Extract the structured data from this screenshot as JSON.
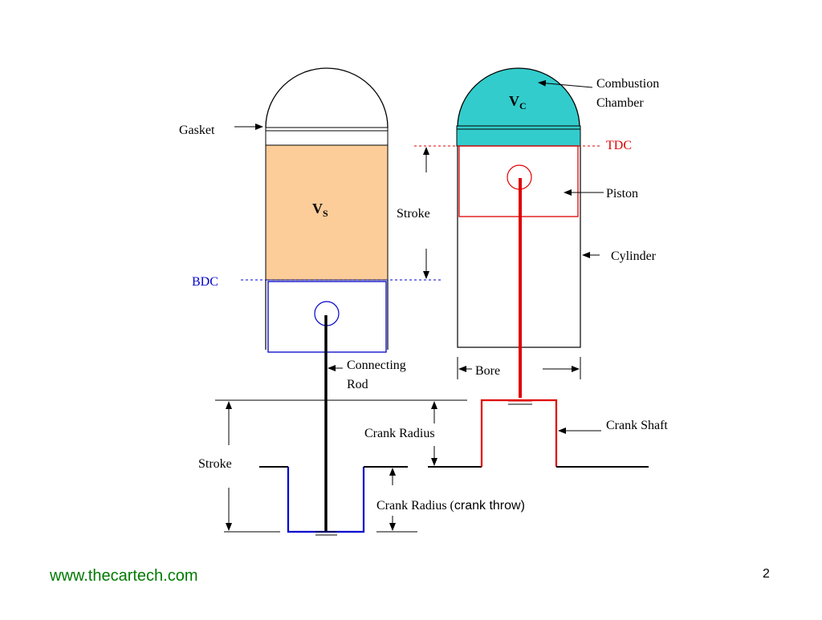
{
  "labels": {
    "gasket": "Gasket",
    "vs_main": "V",
    "vs_sub": "S",
    "vc_main": "V",
    "vc_sub": "C",
    "bdc": "BDC",
    "tdc": "TDC",
    "stroke_top": "Stroke",
    "combustion_1": "Combustion",
    "combustion_2": "Chamber",
    "piston": "Piston",
    "cylinder": "Cylinder",
    "connecting_1": "Connecting",
    "connecting_2": "Rod",
    "bore": "Bore",
    "crank_radius": "Crank Radius",
    "crank_shaft": "Crank Shaft",
    "stroke_bottom": "Stroke",
    "crank_throw_prefix": "Crank Radius (",
    "crank_throw_suffix": "crank throw)"
  },
  "footer": {
    "url": "www.thecartech.com",
    "page": "2"
  },
  "colors": {
    "swept_volume": "#fccc99",
    "combustion_chamber": "#33cccc",
    "tdc_red": "#e00000",
    "bdc_blue": "#0000cc"
  }
}
